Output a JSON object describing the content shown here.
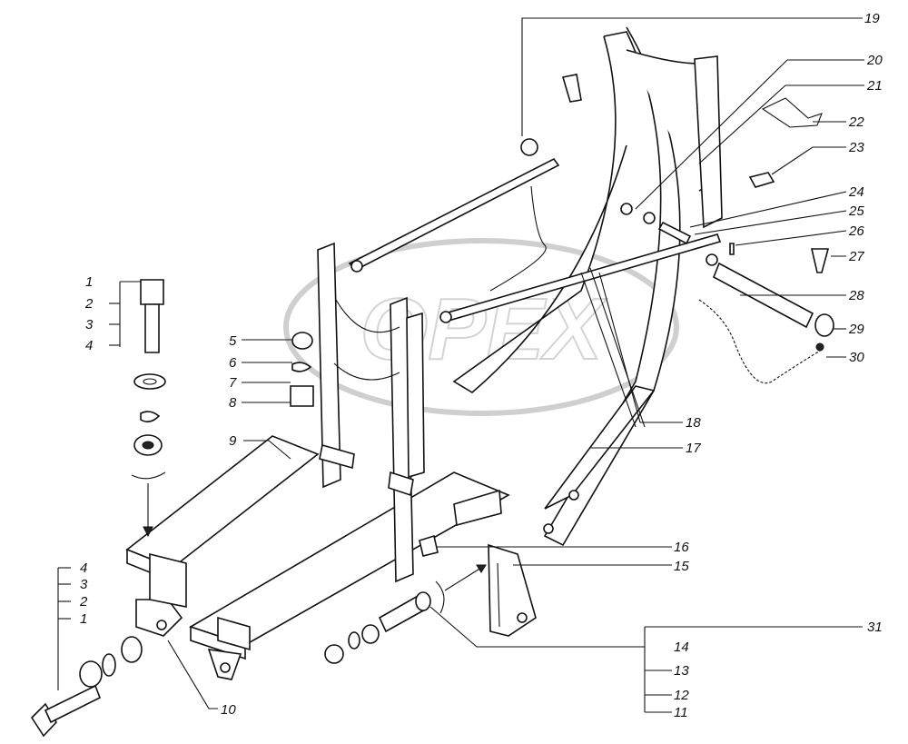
{
  "callouts": [
    {
      "id": "1",
      "text": "1"
    },
    {
      "id": "2",
      "text": "2"
    },
    {
      "id": "3",
      "text": "3"
    },
    {
      "id": "4",
      "text": "4"
    },
    {
      "id": "5",
      "text": "5"
    },
    {
      "id": "6",
      "text": "6"
    },
    {
      "id": "7",
      "text": "7"
    },
    {
      "id": "8",
      "text": "8"
    },
    {
      "id": "9",
      "text": "9"
    },
    {
      "id": "10",
      "text": "10"
    },
    {
      "id": "11",
      "text": "11"
    },
    {
      "id": "12",
      "text": "12"
    },
    {
      "id": "13",
      "text": "13"
    },
    {
      "id": "14",
      "text": "14"
    },
    {
      "id": "15",
      "text": "15"
    },
    {
      "id": "16",
      "text": "16"
    },
    {
      "id": "17",
      "text": "17"
    },
    {
      "id": "18",
      "text": "18"
    },
    {
      "id": "19",
      "text": "19"
    },
    {
      "id": "20",
      "text": "20"
    },
    {
      "id": "21",
      "text": "21"
    },
    {
      "id": "22",
      "text": "22"
    },
    {
      "id": "23",
      "text": "23"
    },
    {
      "id": "24",
      "text": "24"
    },
    {
      "id": "25",
      "text": "25"
    },
    {
      "id": "26",
      "text": "26"
    },
    {
      "id": "27",
      "text": "27"
    },
    {
      "id": "28",
      "text": "28"
    },
    {
      "id": "29",
      "text": "29"
    },
    {
      "id": "30",
      "text": "30"
    },
    {
      "id": "31",
      "text": "31"
    },
    {
      "id": "l4",
      "text": "4"
    },
    {
      "id": "l3",
      "text": "3"
    },
    {
      "id": "l2",
      "text": "2"
    },
    {
      "id": "l1",
      "text": "1"
    }
  ],
  "watermark": {
    "text": "OPEX"
  },
  "colors": {
    "ink": "#111111",
    "background": "#ffffff",
    "watermark": "#cfcfcf"
  }
}
